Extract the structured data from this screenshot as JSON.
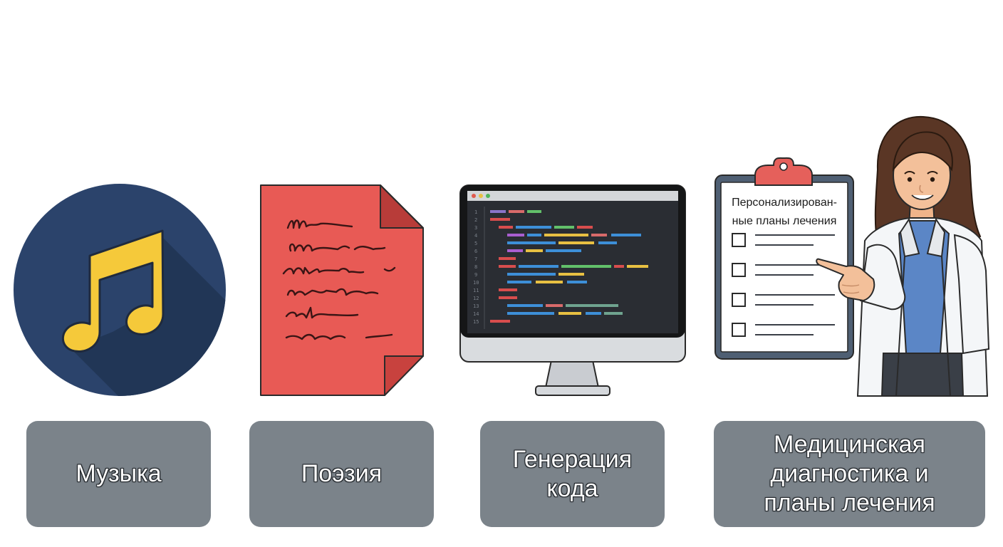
{
  "items": [
    {
      "label": "Музыка",
      "icon": "music-note-icon"
    },
    {
      "label": "Поэзия",
      "icon": "handwritten-page-icon"
    },
    {
      "label": "Генерация\nкода",
      "icon": "code-monitor-icon"
    },
    {
      "label": "Медицинская\nдиагностика и\nпланы лечения",
      "icon": "doctor-clipboard-icon"
    }
  ],
  "clipboard": {
    "title": "Персонализирован-\nные планы лечения"
  },
  "colors": {
    "label_bg": "#7b838a",
    "music_circle": "#2b436b",
    "music_note": "#f5c93a",
    "paper_red": "#e85a55",
    "monitor_screen": "#2a2d33",
    "clipboard_clip": "#e5605b",
    "coat": "#f4f6f8",
    "shirt": "#5b86c6"
  }
}
